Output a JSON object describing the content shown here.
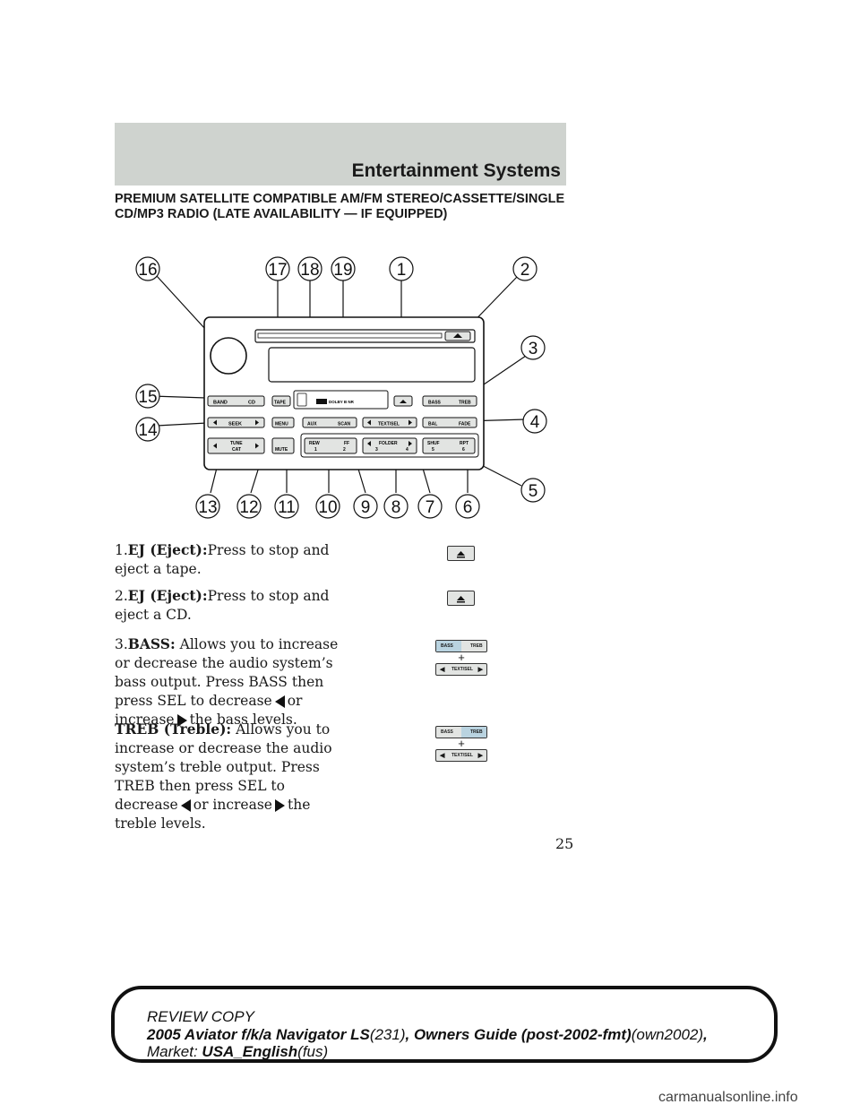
{
  "header": {
    "title": "Entertainment Systems"
  },
  "section_title": "PREMIUM SATELLITE COMPATIBLE AM/FM STEREO/CASSETTE/SINGLE CD/MP3 RADIO (LATE AVAILABILITY — IF EQUIPPED)",
  "callouts": [
    "16",
    "17",
    "18",
    "19",
    "1",
    "2",
    "3",
    "15",
    "4",
    "14",
    "5",
    "13",
    "12",
    "11",
    "10",
    "9",
    "8",
    "7",
    "6"
  ],
  "radio": {
    "band": "BAND",
    "cd": "CD",
    "tape": "TAPE",
    "dolby": "DOLBY B NR",
    "bass": "BASS",
    "treb": "TREB",
    "seek": "SEEK",
    "menu": "MENU",
    "aux": "AUX",
    "scan": "SCAN",
    "text_sel": "TEXT/SEL",
    "bal": "BAL",
    "fade": "FADE",
    "tune": "TUNE",
    "cat": "CAT",
    "mute": "MUTE",
    "rew": "REW",
    "ff": "FF",
    "p1": "1",
    "p2": "2",
    "folder": "FOLDER",
    "p3": "3",
    "p4": "4",
    "shuf": "SHUF",
    "rpt": "RPT",
    "p5": "5",
    "p6": "6"
  },
  "items": [
    {
      "num": "1.",
      "label": "EJ (Eject):",
      "text": "Press to stop and eject a tape."
    },
    {
      "num": "2.",
      "label": "EJ (Eject):",
      "text": "Press to stop and eject a CD."
    },
    {
      "num": "3.",
      "label": "BASS:",
      "text_a": "Allows you to increase or decrease the audio system’s bass output. Press BASS then press SEL to decrease",
      "text_b": "or increase",
      "text_c": "the bass levels."
    },
    {
      "label": "TREB (Treble):",
      "text_a": "Allows you to increase or decrease the audio system’s treble output. Press TREB then press SEL to decrease",
      "text_b": "or increase",
      "text_c": "the treble levels."
    }
  ],
  "page_number": "25",
  "footer": {
    "line1": "REVIEW COPY",
    "line2_a": "2005 Aviator f/k/a Navigator LS",
    "line2_b": "(231)",
    "line2_c": ", Owners Guide (post-2002-fmt)",
    "line2_d": "(own2002)",
    "line2_e": ",",
    "line3_a": "Market:",
    "line3_b": "USA_English",
    "line3_c": "(fus)"
  },
  "watermark": "carmanualsonline.info"
}
